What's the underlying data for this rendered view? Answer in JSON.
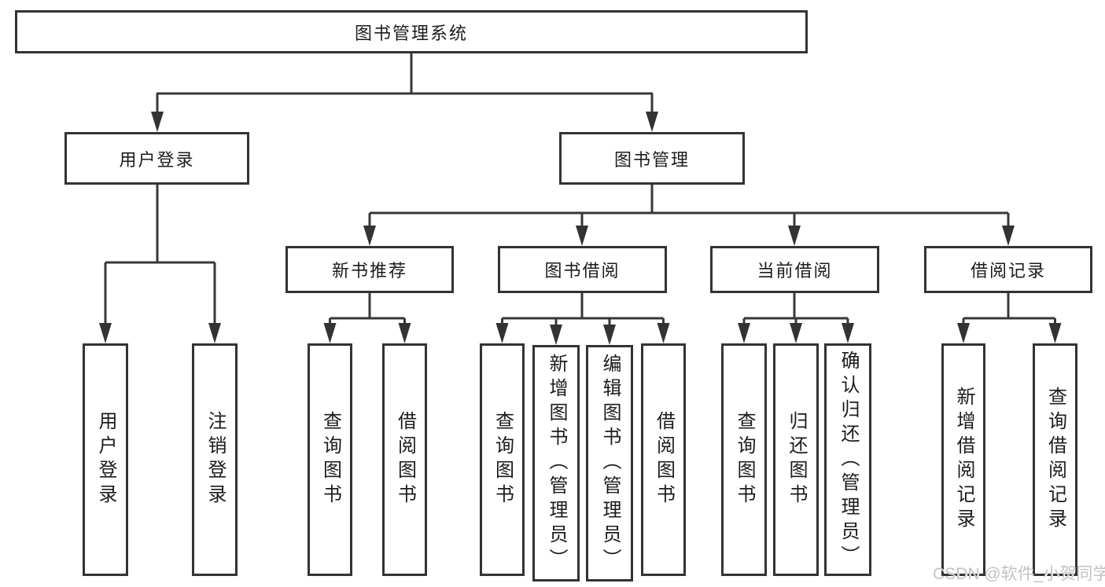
{
  "tree": {
    "label": "图书管理系统",
    "children": [
      {
        "label": "用户登录",
        "children": [
          {
            "label": "用户登录"
          },
          {
            "label": "注销登录"
          }
        ]
      },
      {
        "label": "图书管理",
        "children": [
          {
            "label": "新书推荐",
            "children": [
              {
                "label": "查询图书"
              },
              {
                "label": "借阅图书"
              }
            ]
          },
          {
            "label": "图书借阅",
            "children": [
              {
                "label": "查询图书"
              },
              {
                "label": "新增图书（管理员）"
              },
              {
                "label": "编辑图书（管理员）"
              },
              {
                "label": "借阅图书"
              }
            ]
          },
          {
            "label": "当前借阅",
            "children": [
              {
                "label": "查询图书"
              },
              {
                "label": "归还图书"
              },
              {
                "label": "确认归还（管理员）"
              }
            ]
          },
          {
            "label": "借阅记录",
            "children": [
              {
                "label": "新增借阅记录"
              },
              {
                "label": "查询借阅记录"
              }
            ]
          }
        ]
      }
    ]
  },
  "watermark": "CSDN @软件_小贺同学",
  "colors": {
    "line": "#383838",
    "box_border": "#333333",
    "text": "#1c1c1c",
    "watermark": "#c3c3c3",
    "background": "#ffffff"
  }
}
